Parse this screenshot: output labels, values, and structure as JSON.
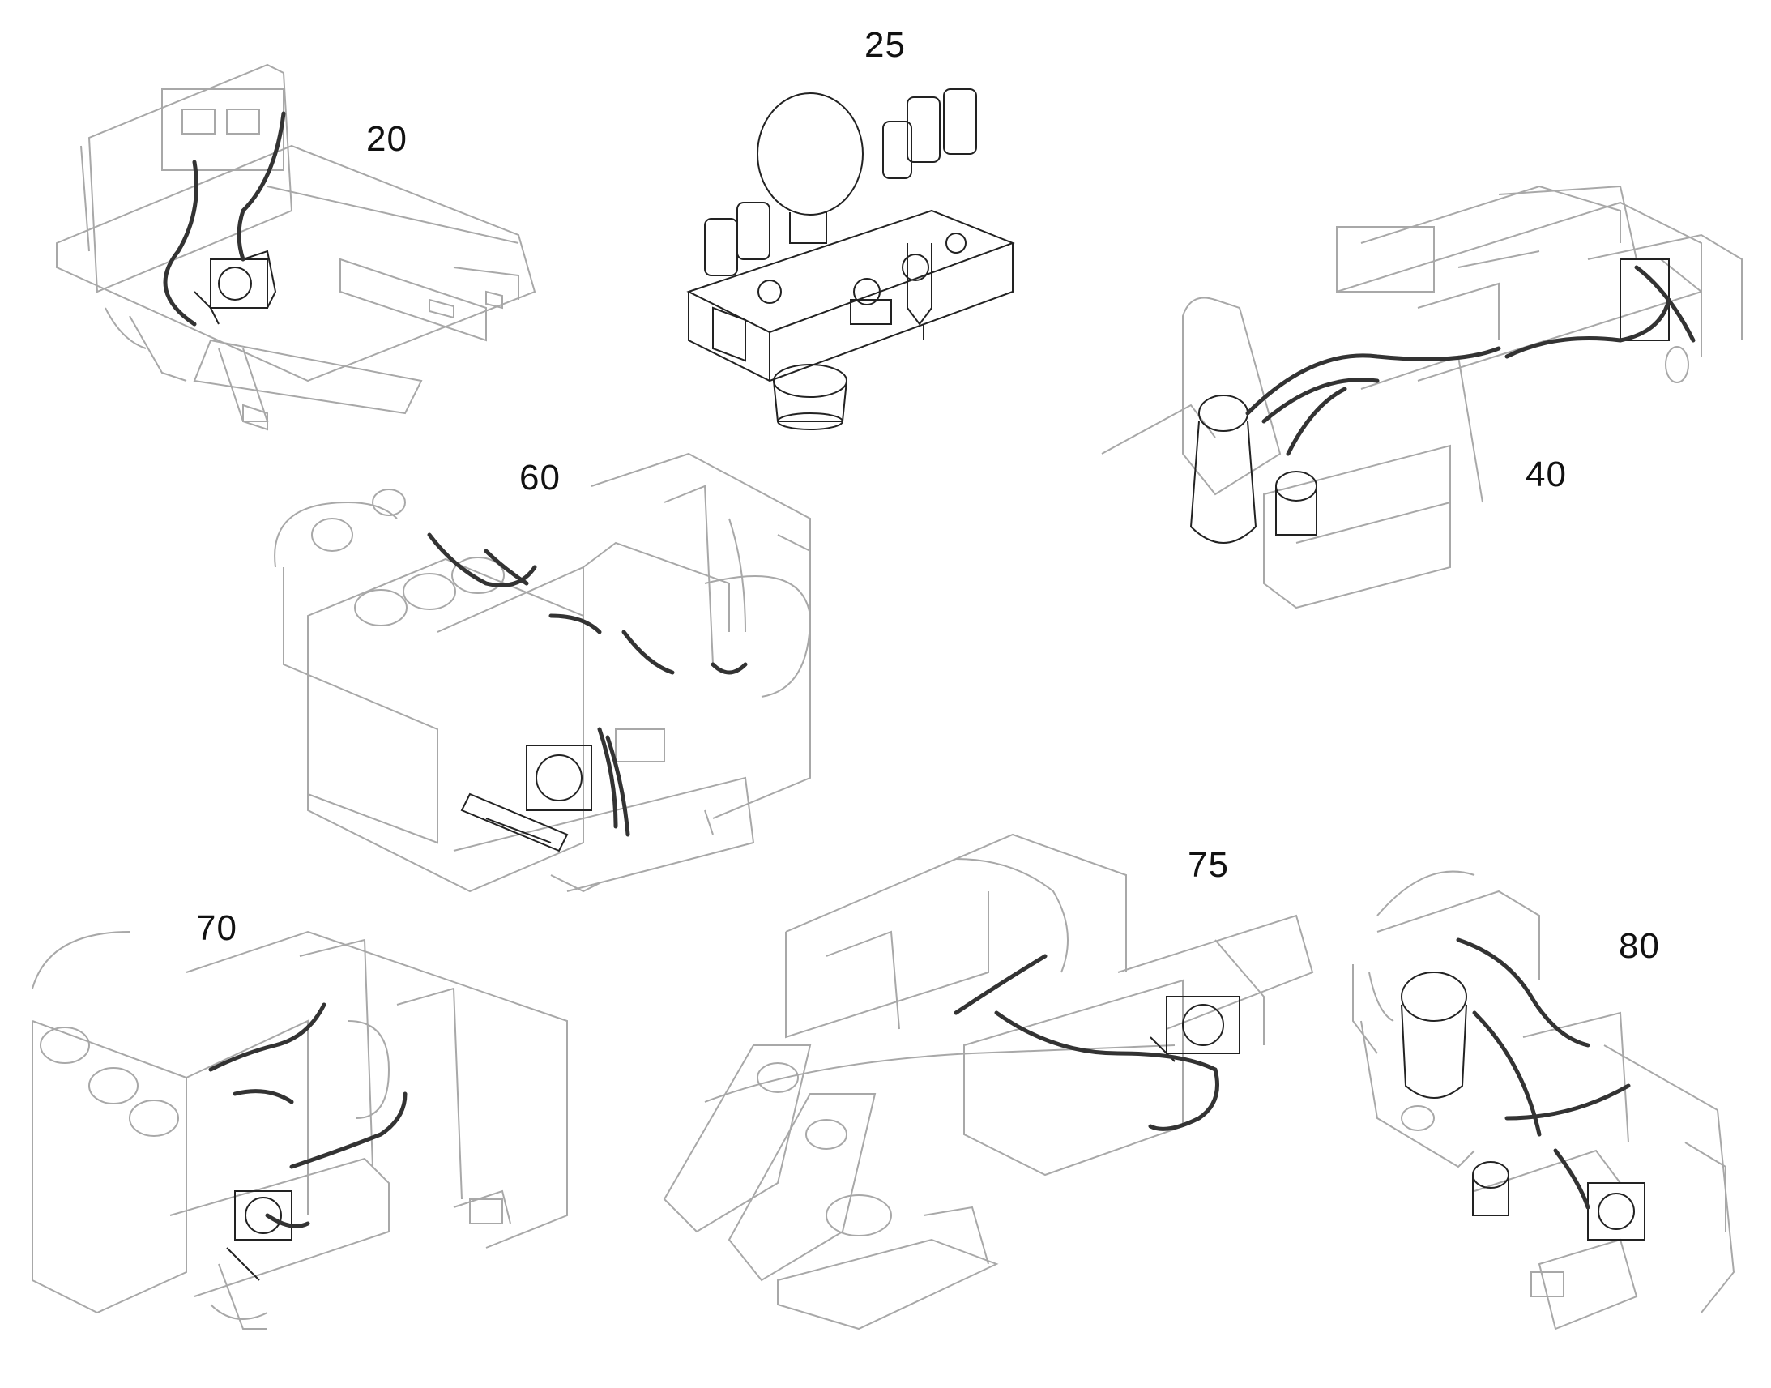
{
  "callouts": {
    "c20": "20",
    "c25": "25",
    "c60": "60",
    "c40": "40",
    "c70": "70",
    "c75": "75",
    "c80": "80"
  },
  "colors": {
    "frame": "#a8a8a8",
    "detail": "#222222",
    "hose": "#333333",
    "background": "#ffffff"
  }
}
